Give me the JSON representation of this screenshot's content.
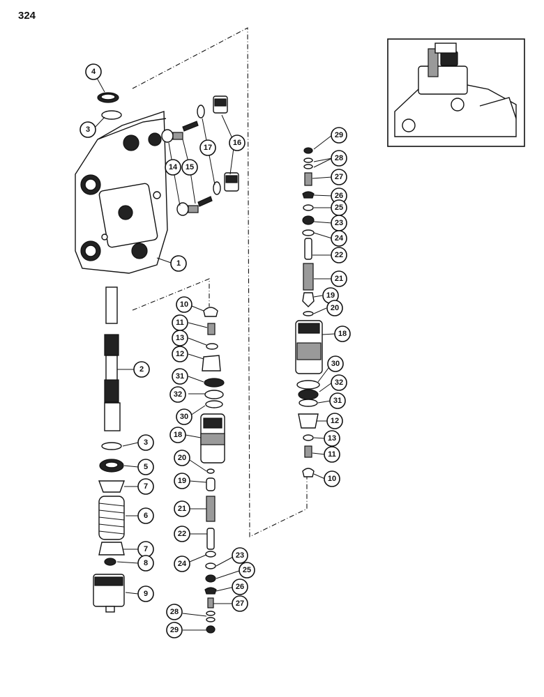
{
  "page": {
    "number": "324"
  },
  "callouts": [
    {
      "id": "c4",
      "label": "4"
    },
    {
      "id": "c3a",
      "label": "3"
    },
    {
      "id": "c1",
      "label": "1"
    },
    {
      "id": "c14",
      "label": "14"
    },
    {
      "id": "c15",
      "label": "15"
    },
    {
      "id": "c17",
      "label": "17"
    },
    {
      "id": "c16",
      "label": "16"
    },
    {
      "id": "c2",
      "label": "2"
    },
    {
      "id": "c3b",
      "label": "3"
    },
    {
      "id": "c5",
      "label": "5"
    },
    {
      "id": "c7a",
      "label": "7"
    },
    {
      "id": "c6",
      "label": "6"
    },
    {
      "id": "c7b",
      "label": "7"
    },
    {
      "id": "c8",
      "label": "8"
    },
    {
      "id": "c9",
      "label": "9"
    },
    {
      "id": "c10a",
      "label": "10"
    },
    {
      "id": "c11a",
      "label": "11"
    },
    {
      "id": "c13a",
      "label": "13"
    },
    {
      "id": "c12a",
      "label": "12"
    },
    {
      "id": "c31a",
      "label": "31"
    },
    {
      "id": "c32a",
      "label": "32"
    },
    {
      "id": "c30a",
      "label": "30"
    },
    {
      "id": "c18a",
      "label": "18"
    },
    {
      "id": "c20a",
      "label": "20"
    },
    {
      "id": "c19a",
      "label": "19"
    },
    {
      "id": "c21a",
      "label": "21"
    },
    {
      "id": "c22a",
      "label": "22"
    },
    {
      "id": "c24a",
      "label": "24"
    },
    {
      "id": "c23a",
      "label": "23"
    },
    {
      "id": "c25a",
      "label": "25"
    },
    {
      "id": "c26a",
      "label": "26"
    },
    {
      "id": "c27a",
      "label": "27"
    },
    {
      "id": "c28a",
      "label": "28"
    },
    {
      "id": "c29a",
      "label": "29"
    },
    {
      "id": "c29b",
      "label": "29"
    },
    {
      "id": "c28b",
      "label": "28"
    },
    {
      "id": "c27b",
      "label": "27"
    },
    {
      "id": "c26b",
      "label": "26"
    },
    {
      "id": "c25b",
      "label": "25"
    },
    {
      "id": "c23b",
      "label": "23"
    },
    {
      "id": "c24b",
      "label": "24"
    },
    {
      "id": "c22b",
      "label": "22"
    },
    {
      "id": "c21b",
      "label": "21"
    },
    {
      "id": "c19b",
      "label": "19"
    },
    {
      "id": "c20b",
      "label": "20"
    },
    {
      "id": "c18b",
      "label": "18"
    },
    {
      "id": "c30b",
      "label": "30"
    },
    {
      "id": "c32b",
      "label": "32"
    },
    {
      "id": "c31b",
      "label": "31"
    },
    {
      "id": "c12b",
      "label": "12"
    },
    {
      "id": "c13b",
      "label": "13"
    },
    {
      "id": "c11b",
      "label": "11"
    },
    {
      "id": "c10b",
      "label": "10"
    }
  ]
}
